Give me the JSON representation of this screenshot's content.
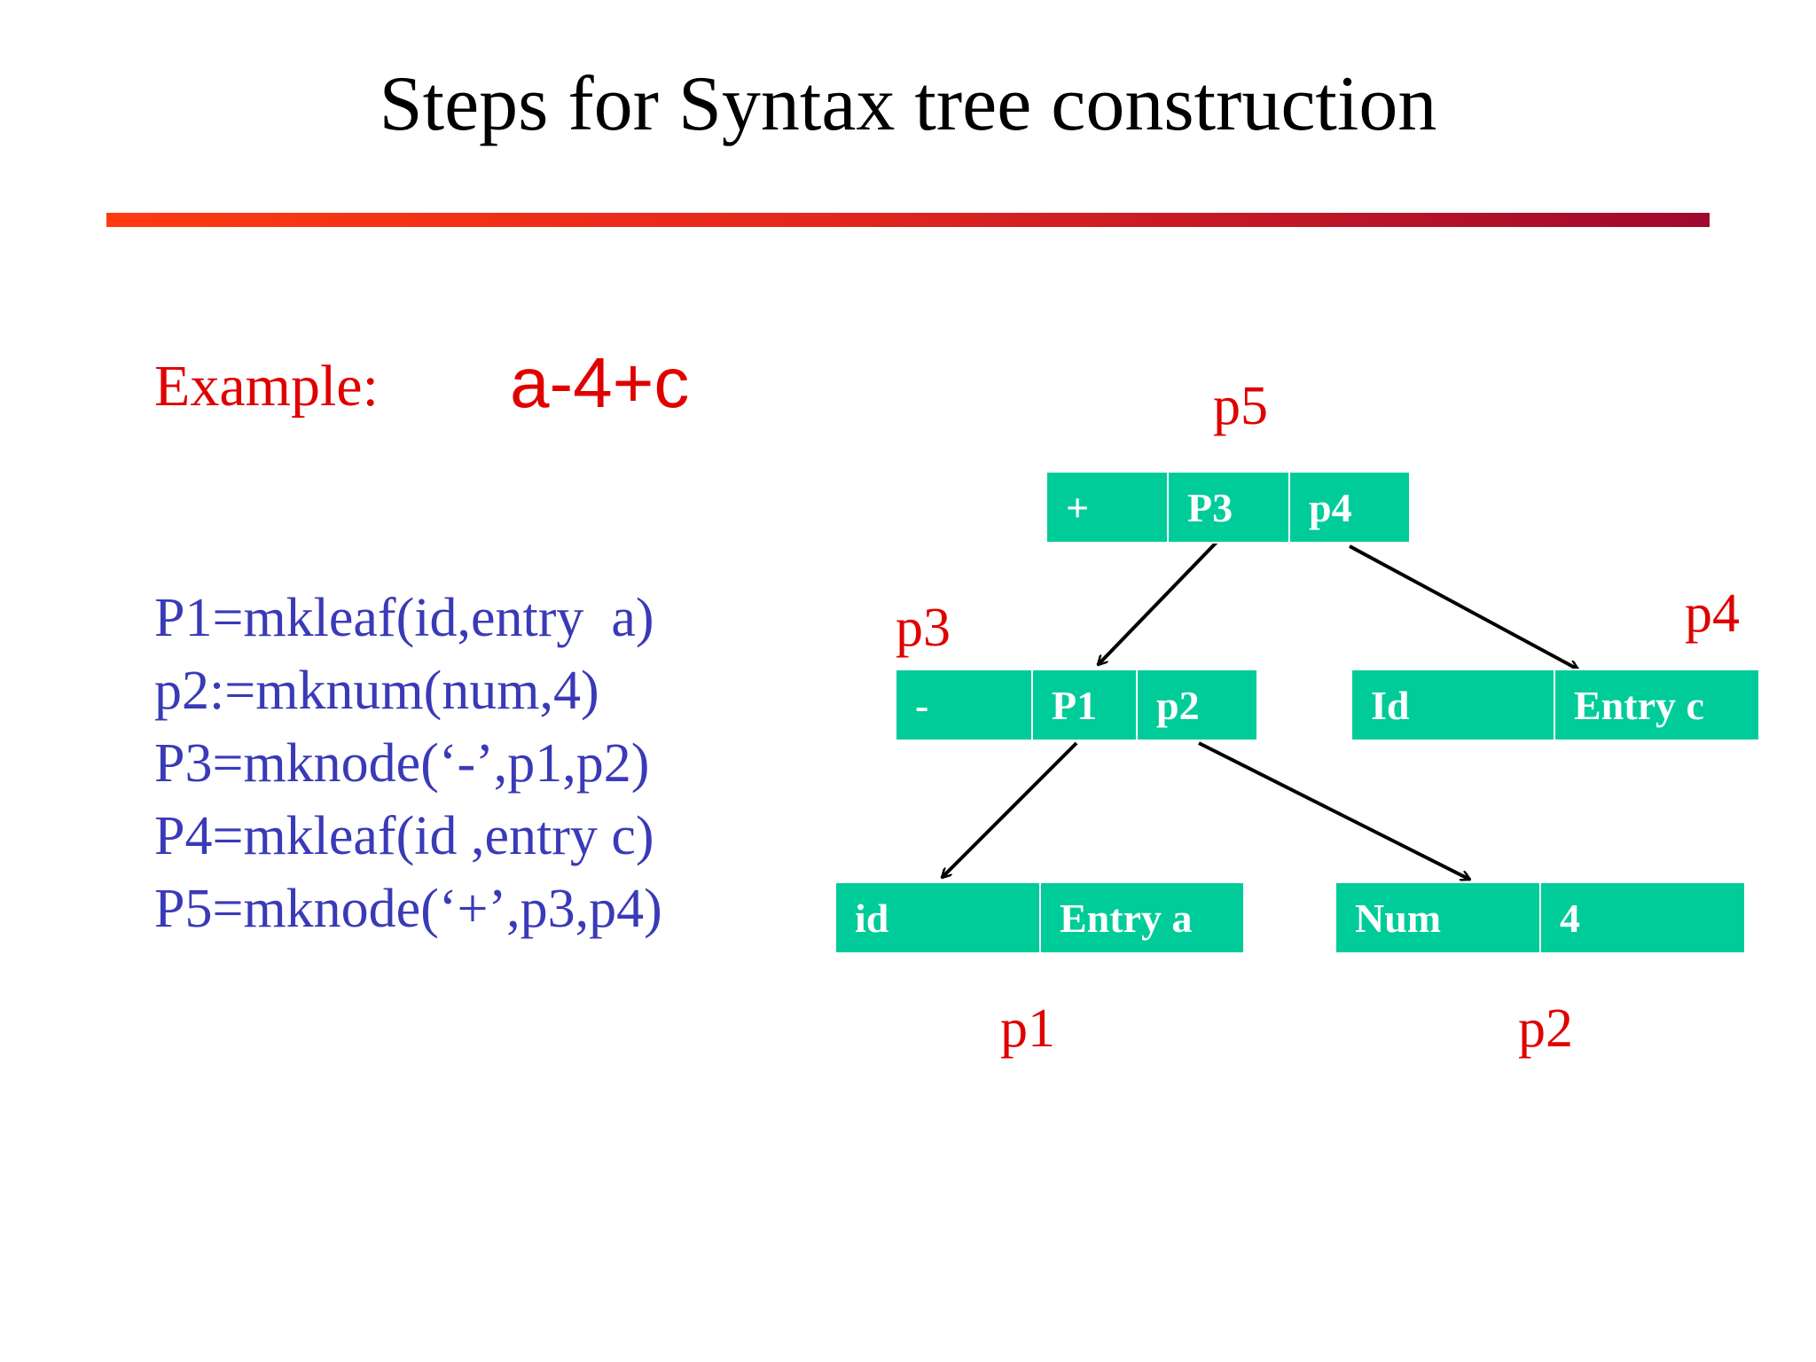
{
  "title": "Steps for Syntax tree construction",
  "example": {
    "label": "Example:",
    "expression": "a-4+c"
  },
  "code_lines": [
    "P1=mkleaf(id,entry  a)",
    "p2:=mknum(num,4)",
    "P3=mknode(‘-’,p1,p2)",
    "P4=mkleaf(id ,entry c)",
    "P5=mknode(‘+’,p3,p4)"
  ],
  "tree": {
    "nodes": {
      "p5": {
        "label": "p5",
        "cells": [
          "+",
          "P3",
          "p4"
        ]
      },
      "p3": {
        "label": "p3",
        "cells": [
          "-",
          "P1",
          "p2"
        ]
      },
      "p4": {
        "label": "p4",
        "cells": [
          "Id",
          "Entry c"
        ]
      },
      "p1": {
        "label": "p1",
        "cells": [
          "id",
          "Entry a"
        ]
      },
      "p2": {
        "label": "p2",
        "cells": [
          "Num",
          "4"
        ]
      }
    },
    "edges": [
      {
        "from": "p5",
        "to": "p3"
      },
      {
        "from": "p5",
        "to": "p4"
      },
      {
        "from": "p3",
        "to": "p1"
      },
      {
        "from": "p3",
        "to": "p2"
      }
    ]
  },
  "colors": {
    "title_rule_start": "#ff3a10",
    "title_rule_end": "#a0082e",
    "example_text": "#e00000",
    "code_text": "#3a3ab8",
    "node_fill": "#00cc99",
    "node_divider": "#ffffff",
    "node_text": "#ffffff",
    "pointer_label": "#e00000",
    "arrow": "#000000"
  }
}
